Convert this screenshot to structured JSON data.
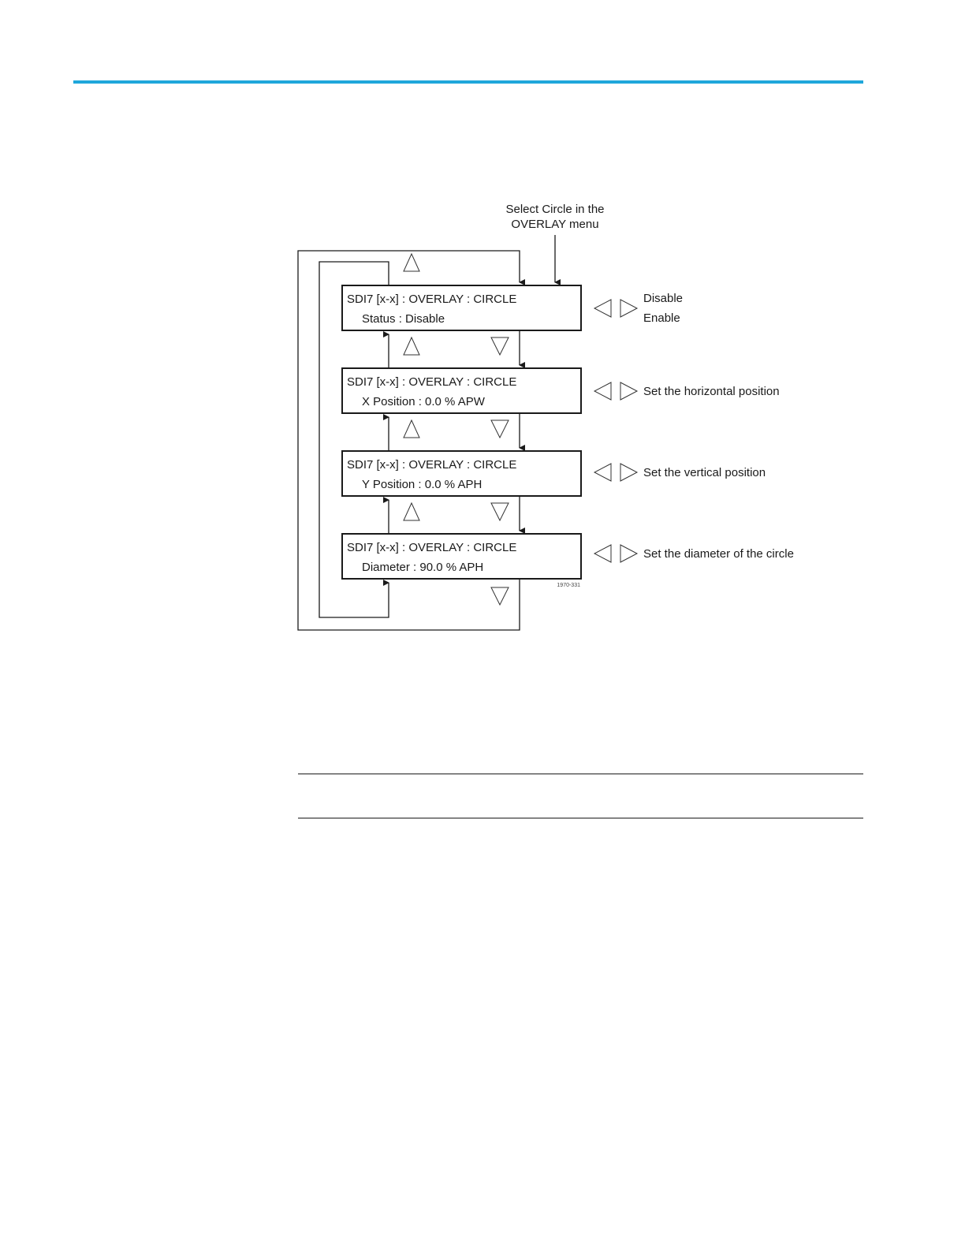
{
  "header": {
    "accent_color": "#1fa7db"
  },
  "diagram": {
    "entry_note": [
      "Select Circle in the",
      "OVERLAY menu"
    ],
    "screens": [
      {
        "line1": "SDI7 [x-x] : OVERLAY : CIRCLE",
        "line2": "Status : Disable"
      },
      {
        "line1": "SDI7 [x-x] : OVERLAY : CIRCLE",
        "line2": "X Position : 0.0 % APW"
      },
      {
        "line1": "SDI7 [x-x] : OVERLAY : CIRCLE",
        "line2": "Y Position : 0.0 % APH"
      },
      {
        "line1": "SDI7 [x-x] : OVERLAY : CIRCLE",
        "line2": "Diameter : 90.0 % APH"
      }
    ],
    "side_notes": {
      "status_options": [
        "Disable",
        "Enable"
      ],
      "x_position": "Set the horizontal position",
      "y_position": "Set the vertical position",
      "diameter": "Set the diameter of the circle"
    },
    "figure_id": "1970-331"
  }
}
